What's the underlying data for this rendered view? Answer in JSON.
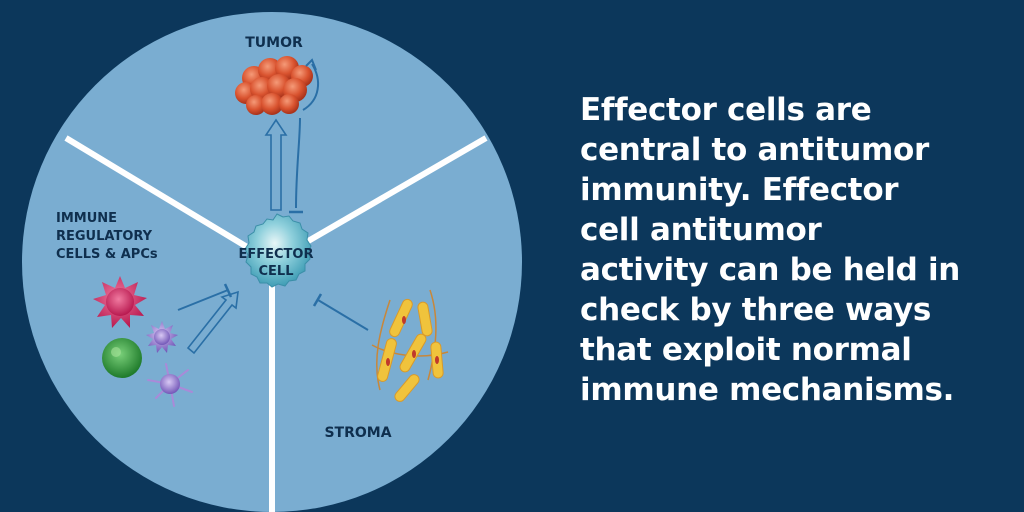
{
  "diagram": {
    "labels": {
      "tumor": "TUMOR",
      "immune_line1": "IMMUNE",
      "immune_line2": "REGULATORY",
      "immune_line3": "CELLS & APCs",
      "effector_line1": "EFFECTOR",
      "effector_line2": "CELL",
      "stroma": "STROMA"
    },
    "colors": {
      "background": "#0c375b",
      "circle": "#7aadd1",
      "divider": "#ffffff",
      "effector_cell": "#5fb6c9",
      "tumor": "#d9532f",
      "arrow": "#2a6fa6",
      "stroma": "#f0c33c"
    },
    "icons": [
      "tumor-cluster-icon",
      "effector-cell-icon",
      "regulatory-cell-icon",
      "fibroblast-icon"
    ]
  },
  "caption": {
    "lines": [
      "Effector cells are",
      "central to antitumor",
      "immunity. Effector",
      "cell antitumor",
      "activity can be held in",
      "check by three ways",
      "that exploit normal",
      "immune mechanisms."
    ]
  }
}
